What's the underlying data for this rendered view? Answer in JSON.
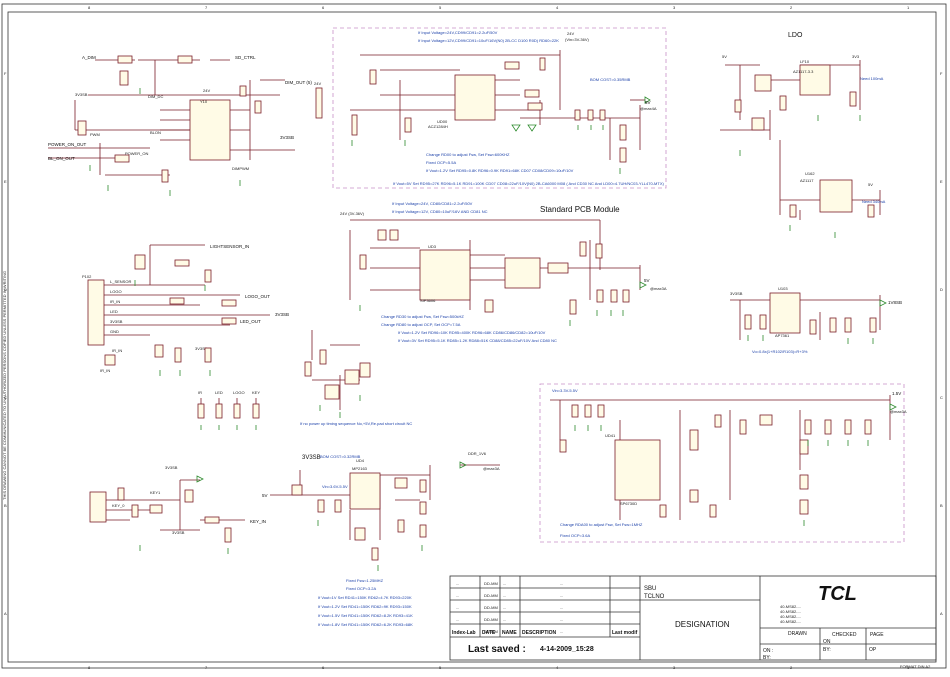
{
  "frame": {
    "col_markers": [
      "8",
      "7",
      "6",
      "5",
      "4",
      "3",
      "2",
      "1"
    ],
    "row_markers": [
      "F",
      "E",
      "D",
      "C",
      "B",
      "A"
    ],
    "side_text": "THIS DRAWING CANNOT BE COMMUNICATED TO UNAUTHORIZED PERSONS COPIED UNLESS PERMITTED IN WRITING",
    "format": "FORMAT DIN A2"
  },
  "sections": {
    "ldo_title": "LDO",
    "standard_pcb_title": "Standard PCB Module"
  },
  "notes": {
    "top_buck_1": "If Input Voltage=24V,CD99/CD91=2.2uF/50V",
    "top_buck_2": "If Input Voltage=12V,CD99/CD91=10uF/16V(N0) 2B-CC D100 R0D) RD60=22K",
    "top_buck_3": "Change RD00 to adjust Fsw, Set Fsw=600KHZ",
    "top_buck_4": "Fixed OCP=5.5A",
    "top_buck_5": "If Vout=1.2V Set RD95=0.8K RD96=0.9K RD91=68K CD07 CD08/CD09=10uF/10V",
    "top_buck_6": "If Vout=5V Set RD95=27K RD96=5.1K RD91=100K CD07 CD08=22uF/10V(N0) 2B-CA6000 M08  ( And CD30 NC And LD00=4.7UH/NC03-YLL470-MTX)",
    "bom_cost": "BOM COST=0.35RMB",
    "vin_24v": "24V",
    "vin_range": "(Vin=3V-36V)",
    "vout_label": "5V",
    "vout_current": "@max4A",
    "std_1": "If Input Voltage=24V, CD80/CD81=2.2uF/50V",
    "std_2": "If Input Voltage=12V, CD80=10uF/16V AND CD81 NC",
    "std_3": "Change RD30 to adjust Fsw, Set Fsw=500kHZ",
    "std_4": "Change RD80 to adjust OCP, Set OCP=7.5A",
    "std_5": "If Vout=1.2V Set RD96=10K RD95=400K RD96=68K CD86/CD86/CD82=10uF/10V",
    "std_6": "If Vout=3V Set RD95=5.1K RD85=1.2K RD88=51K CD88/CD85=22uF/10V And CD80 NC",
    "std_vin": "24V (3V-36V)",
    "std_vout": "5V",
    "std_current": "@max3A",
    "no_power_note": "If no power up timing sequence No,+5V,Re.pad short circuit NC",
    "vout_tol": "Vo=0.8x(1+R102/R103)=R+3%",
    "ddr_1": "Change RDA00 to adjust Fsw, Set Fsw=1MHZ",
    "ddr_2": "Fixed OCP=3.6A",
    "ddr_vin": "Vin=3.3V-5.5V",
    "ddr_out": "1.5V",
    "ddr_current": "@max3A",
    "bot_bom": "BOM COST=0.32RMB",
    "bot_3v3": "3V3SB",
    "bot_vin": "Vin=3.6V-5.5V",
    "bot_out": "DDR_1V6",
    "bot_current": "@max3A",
    "bot_1": "Fixed Fsw=1.25MHZ",
    "bot_2": "Fixed OCP=3.2A",
    "bot_3": "If Vout=1V Set RD41=150K RD62=4.7K RD93=220K",
    "bot_4": "If Vout=1.2V Set RD41=150K RD62=9K RD93=150K",
    "bot_5": "If Vout=1.5V Set RD41=150K RD62=8.2K RD93=41K",
    "bot_6": "If Vout=1.8V Set RD41=150K RD62=6.2K RD93=68K",
    "ldo_1": "Need 100mA",
    "ldo_2": "Need 340mA",
    "ldo_v1": "5V",
    "ldo_v2": "3V3",
    "ldo_v3": "5V"
  },
  "parts": {
    "u_top_buck": "UD00",
    "u_top_buck_pn": "ACZ1284H",
    "u_std": "UD3",
    "u_std_pn": "SIP3606",
    "u_ddr": "UD41",
    "u_ddr_pn": "SP6730D",
    "u_bot": "UD4",
    "u_bot_pn": "MP2163",
    "u_ldo1": "LF10",
    "u_ldo1_pn": "AZ1117-3.3",
    "u_ldo2": "U162",
    "u_ldo2_pn": "AZ1117",
    "u_reg": "U103",
    "u_reg_pn": "AP7361",
    "u_conn": "P102",
    "u_mux": "Y10",
    "net_power_on": "POWER_ON_OUT",
    "net_bl_on": "BL_ON_OUT",
    "net_dim_out": "DIM_OUT (5)",
    "net_3v3sb": "3V3SB",
    "net_1v8sb": "1V8SB",
    "net_lightsensor": "LIGHTSENSOR_IN",
    "net_logo": "LOGO_OUT",
    "net_led": "LED_OUT",
    "net_ir": "IR_IN",
    "net_key": "KEY_IN",
    "pin_l_sensor": "L_SENSOR",
    "pin_logo": "LOGO",
    "pin_ir_in": "IR_IN",
    "pin_led": "LED",
    "pin_3v3sb": "3V3SB",
    "pin_gnd": "GND",
    "res_ir": "IR",
    "res_led": "LED",
    "res_logo": "LOGO",
    "res_key": "KEY",
    "pin_key0": "KEY_0",
    "pin_key1": "KEY1",
    "r_a_dim": "A_DIM",
    "r_sd_ctrl": "SD_CTRL",
    "r_pwm": "PWM",
    "r_inputs": "INPUTS",
    "r_dim_dc": "DIM_DC",
    "r_blon": "BLON",
    "r_power_on": "POWER_ON",
    "r_dimpwm": "DIMPWM",
    "v_24v": "24V",
    "v_5v": "5V"
  },
  "title_block": {
    "rows": [
      [
        "...",
        "DD-MM",
        "...",
        "..."
      ],
      [
        "...",
        "DD-MM",
        "...",
        "..."
      ],
      [
        "...",
        "DD-MM",
        "...",
        "..."
      ],
      [
        "...",
        "DD-MM",
        "...",
        "..."
      ],
      [
        "...",
        "DD-MM",
        "...",
        "..."
      ]
    ],
    "headers": [
      "Index-Lab",
      "DATE",
      "NAME",
      "DESCRIPTION",
      "Last modif"
    ],
    "last_saved_label": "Last saved :",
    "last_saved_value": "4-14-2009_15:28",
    "sbu": "SBU",
    "tclno": "TCLNO",
    "designation": "DESIGNATION",
    "logo": "TCL",
    "part_numbers": [
      "40-MS82-...",
      "40-MS82-...",
      "40-MS82-...",
      "40-MS82-..."
    ],
    "drawn": "DRAWN",
    "checked": "CHECKED",
    "page": "PAGE",
    "on_label": "ON",
    "by_label": "BY:",
    "op_label": "OP",
    "on_by_label": "ON :"
  }
}
